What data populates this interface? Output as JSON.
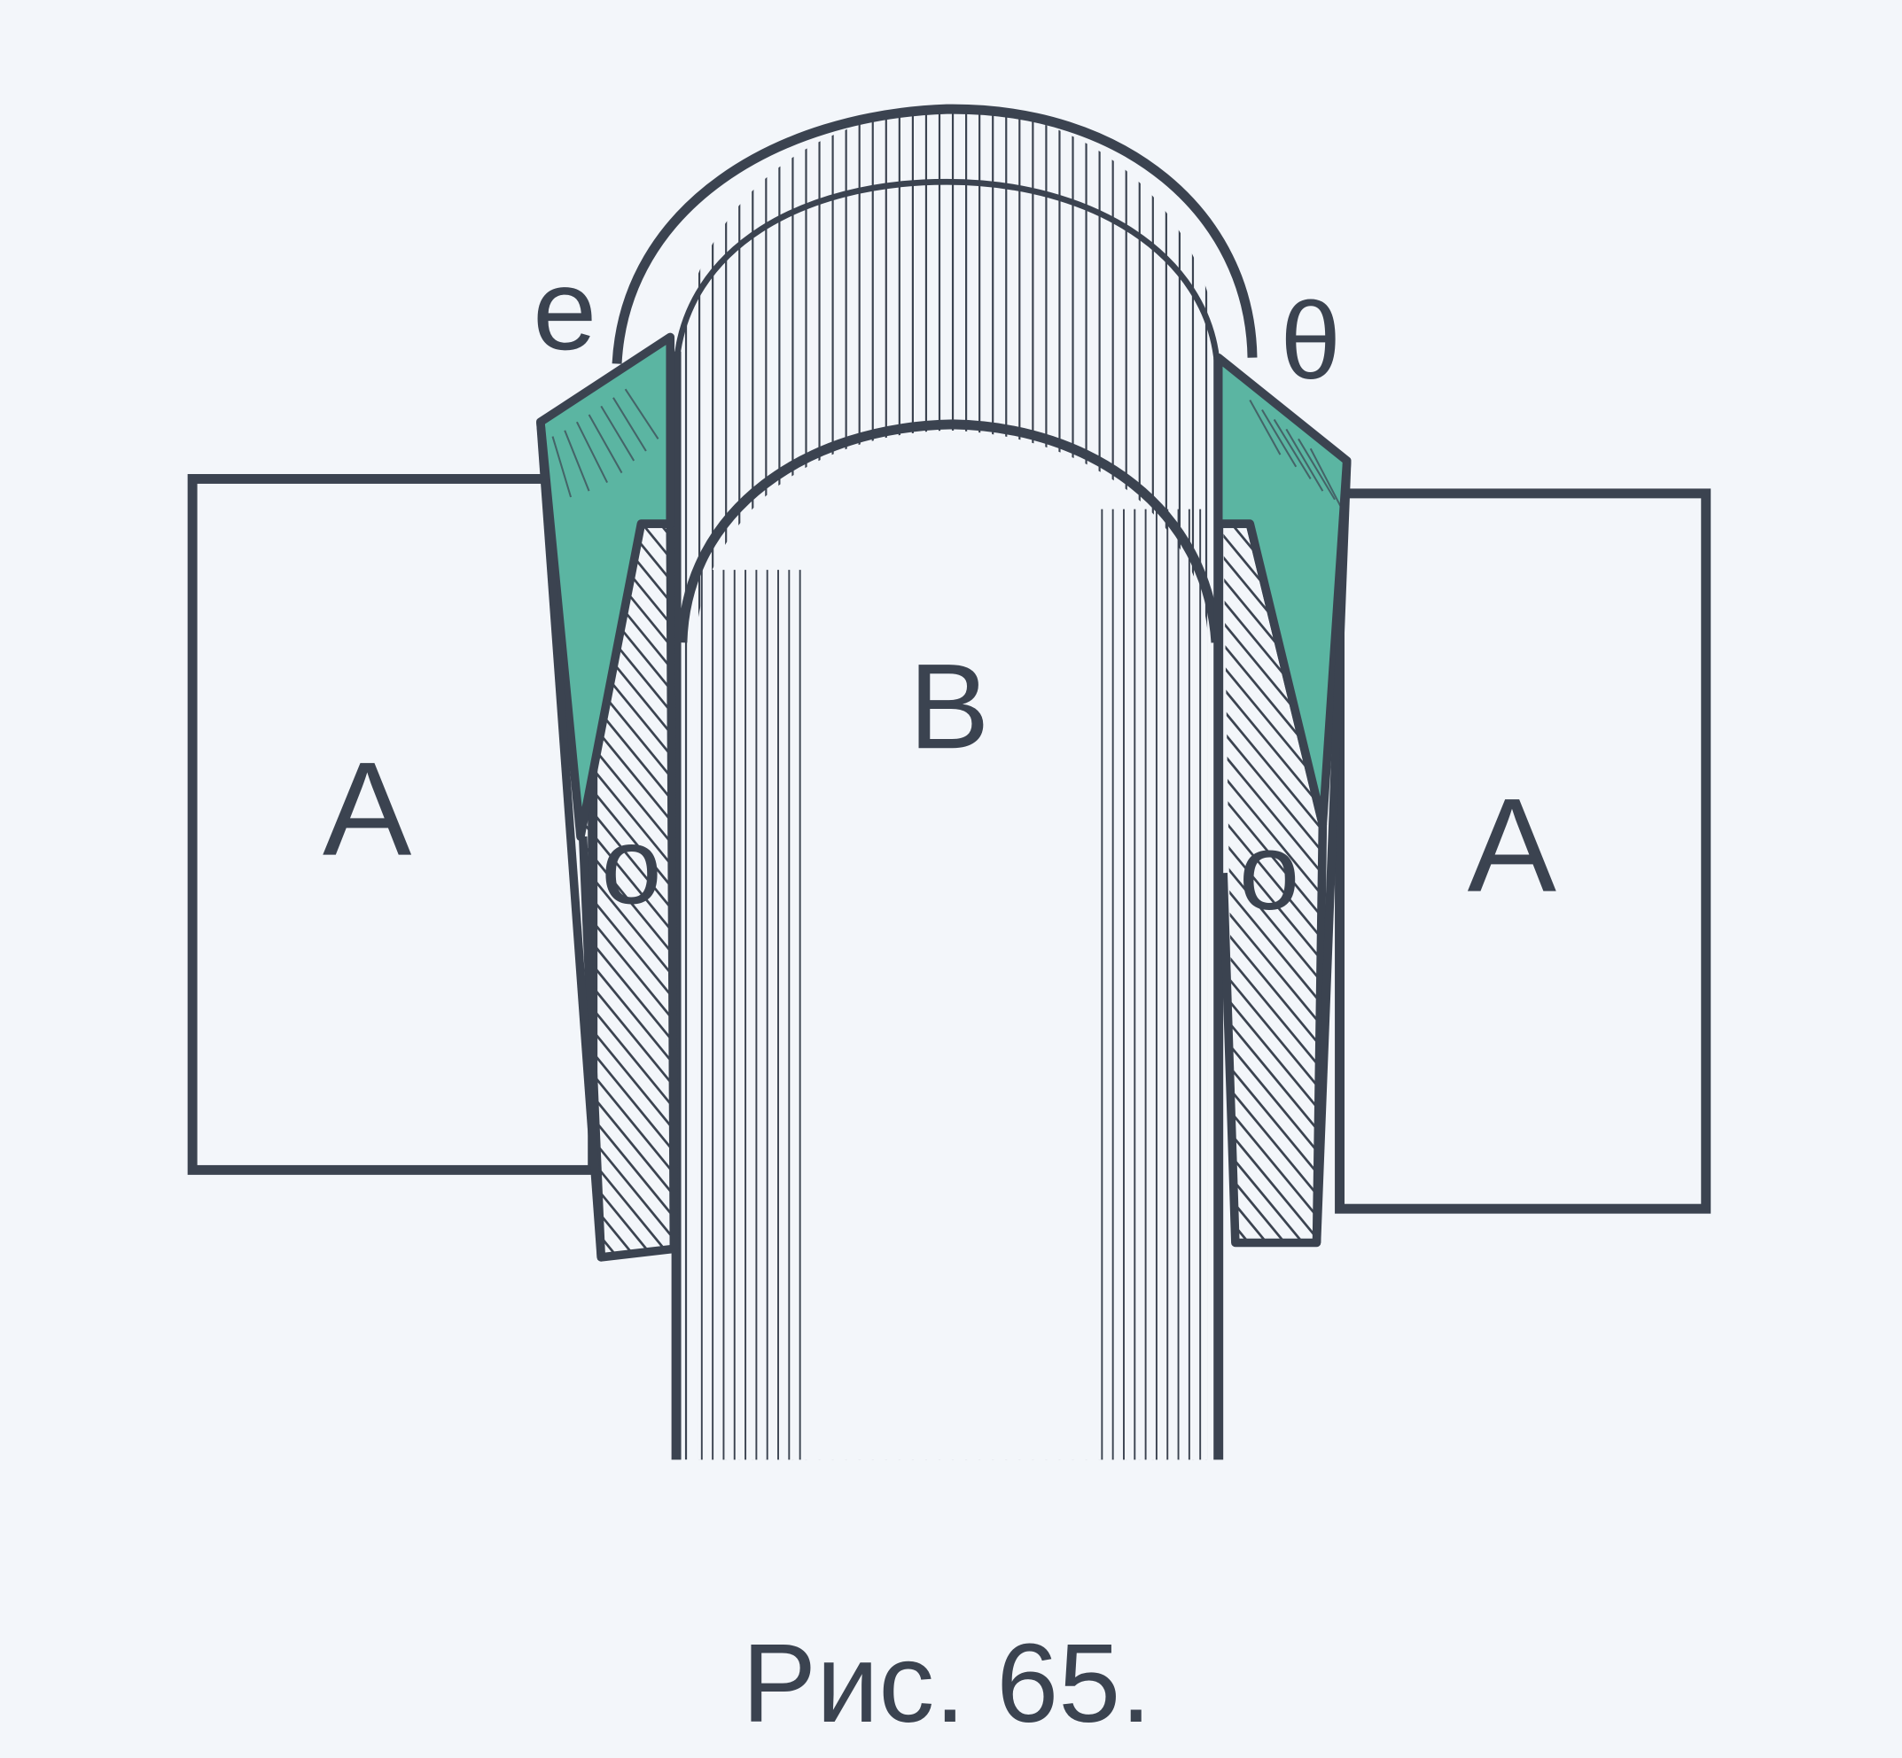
{
  "labels": {
    "block_left": "A",
    "block_right": "A",
    "center": "B",
    "top_left": "e",
    "top_right": "θ",
    "gap_left": "o",
    "gap_right": "o"
  },
  "caption": "Рис. 65.",
  "colors": {
    "stroke": "#3b4350",
    "accent": "#5bb5a2",
    "background": "#f3f6fa"
  }
}
